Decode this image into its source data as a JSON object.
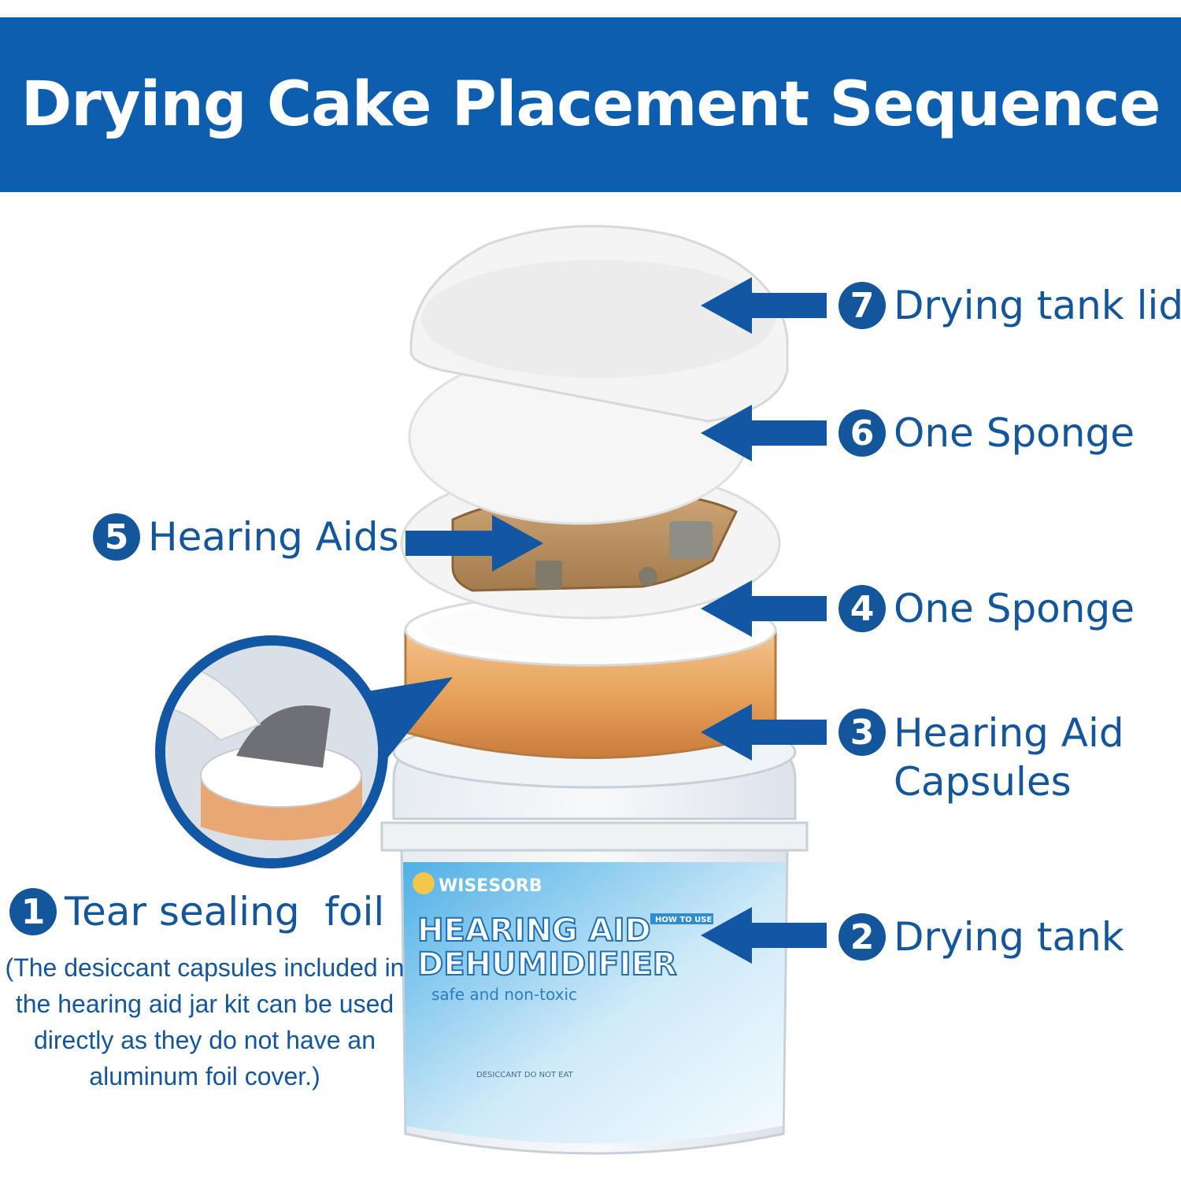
{
  "title": "Drying Cake Placement Sequence",
  "steps": [
    {
      "number": "1",
      "label": "Tear sealing  foil",
      "note": "(The desiccant capsules included in the hearing aid jar kit can be used directly as they do not have an aluminum foil cover.)"
    },
    {
      "number": "2",
      "label": "Drying tank"
    },
    {
      "number": "3",
      "label_line1": "Hearing Aid",
      "label_line2": "Capsules"
    },
    {
      "number": "4",
      "label": "One Sponge"
    },
    {
      "number": "5",
      "label": "Hearing Aids"
    },
    {
      "number": "6",
      "label": "One Sponge"
    },
    {
      "number": "7",
      "label": "Drying tank lid"
    }
  ],
  "product_label": {
    "brand": "WISESORB",
    "line1": "HEARING AID",
    "line2": "DEHUMIDIFIER",
    "tagline": "safe and non-toxic",
    "how_to_use": "HOW TO USE",
    "capsule_text": "DESICCANT DO NOT EAT"
  },
  "colors": {
    "banner": "#0d5eaf",
    "label": "#14569c",
    "arrow": "#1257a3",
    "capsule": "#e8a25a"
  }
}
